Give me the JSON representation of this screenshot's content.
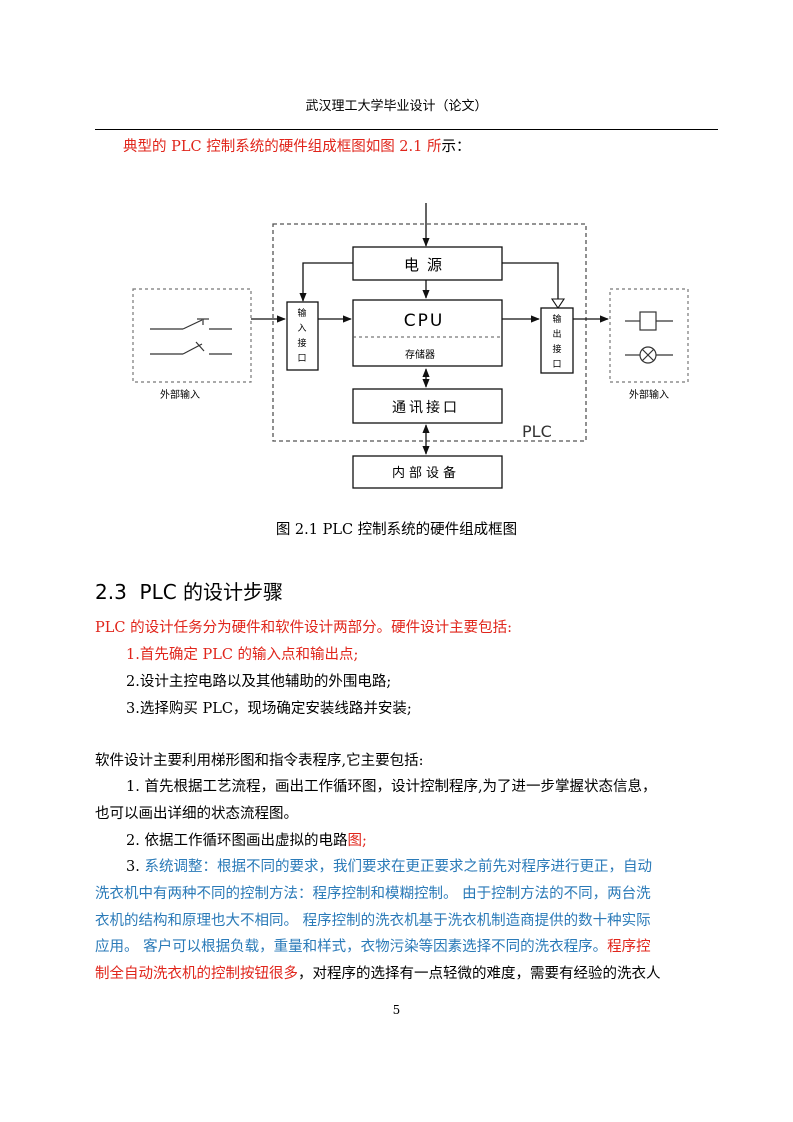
{
  "header": "武汉理工大学毕业设计（论文）",
  "intro": {
    "red_part": "典型的 PLC 控制系统的硬件组成框图如图 2.1 所",
    "black_part": "示："
  },
  "diagram": {
    "power_label": "电源",
    "cpu_label": "CPU",
    "memory_label": "存储器",
    "comm_label": "通讯接口",
    "internal_label": "内部设备",
    "plc_label": "PLC",
    "input_if": [
      "输",
      "入",
      "接",
      "口"
    ],
    "output_if": [
      "输",
      "出",
      "接",
      "口"
    ],
    "ext_input_label": "外部输入",
    "ext_output_label": "外部输入"
  },
  "caption": "图 2.1  PLC 控制系统的硬件组成框图",
  "section": {
    "number": "2.3",
    "title": "PLC 的设计步骤"
  },
  "hardware": {
    "lead": "PLC 的设计任务分为硬件和软件设计两部分。硬件设计主要包括:",
    "items": [
      "1.首先确定 PLC 的输入点和输出点;",
      "2.设计主控电路以及其他辅助的外围电路;",
      "3.选择购买 PLC，现场确定安装线路并安装;"
    ]
  },
  "software": {
    "lead": "软件设计主要利用梯形图和指令表程序,它主要包括:",
    "item1_line1": "1.  首先根据工艺流程，画出工作循环图，设计控制程序,为了进一步掌握状态信息，",
    "item1_line2": "也可以画出详细的状态流程图。",
    "item2_black": "2.  依据工作循环图画出虚拟的电路",
    "item2_red": "图;",
    "item3_line1_black": "3.  ",
    "item3_line1_blue": "系统调整：根据不同的要求，我们要求在更正要求之前先对程序进行更正，自动",
    "item3_line2": "洗衣机中有两种不同的控制方法：程序控制和模糊控制。  由于控制方法的不同，两台洗",
    "item3_line3": "衣机的结构和原理也大不相同。  程序控制的洗衣机基于洗衣机制造商提供的数十种实际",
    "item3_line4_blue": "应用。  客户可以根据负载，重量和样式，衣物污染等因素选择不同的洗衣程序。",
    "item3_line4_red": "程序控",
    "item3_line5_red": "制全自动洗衣机的控制按钮很多",
    "item3_line5_black": "，对程序的选择有一点轻微的难度，需要有经验的洗衣人"
  },
  "page_number": "5",
  "colors": {
    "red": "#e0251b",
    "blue": "#2a7ab8"
  }
}
